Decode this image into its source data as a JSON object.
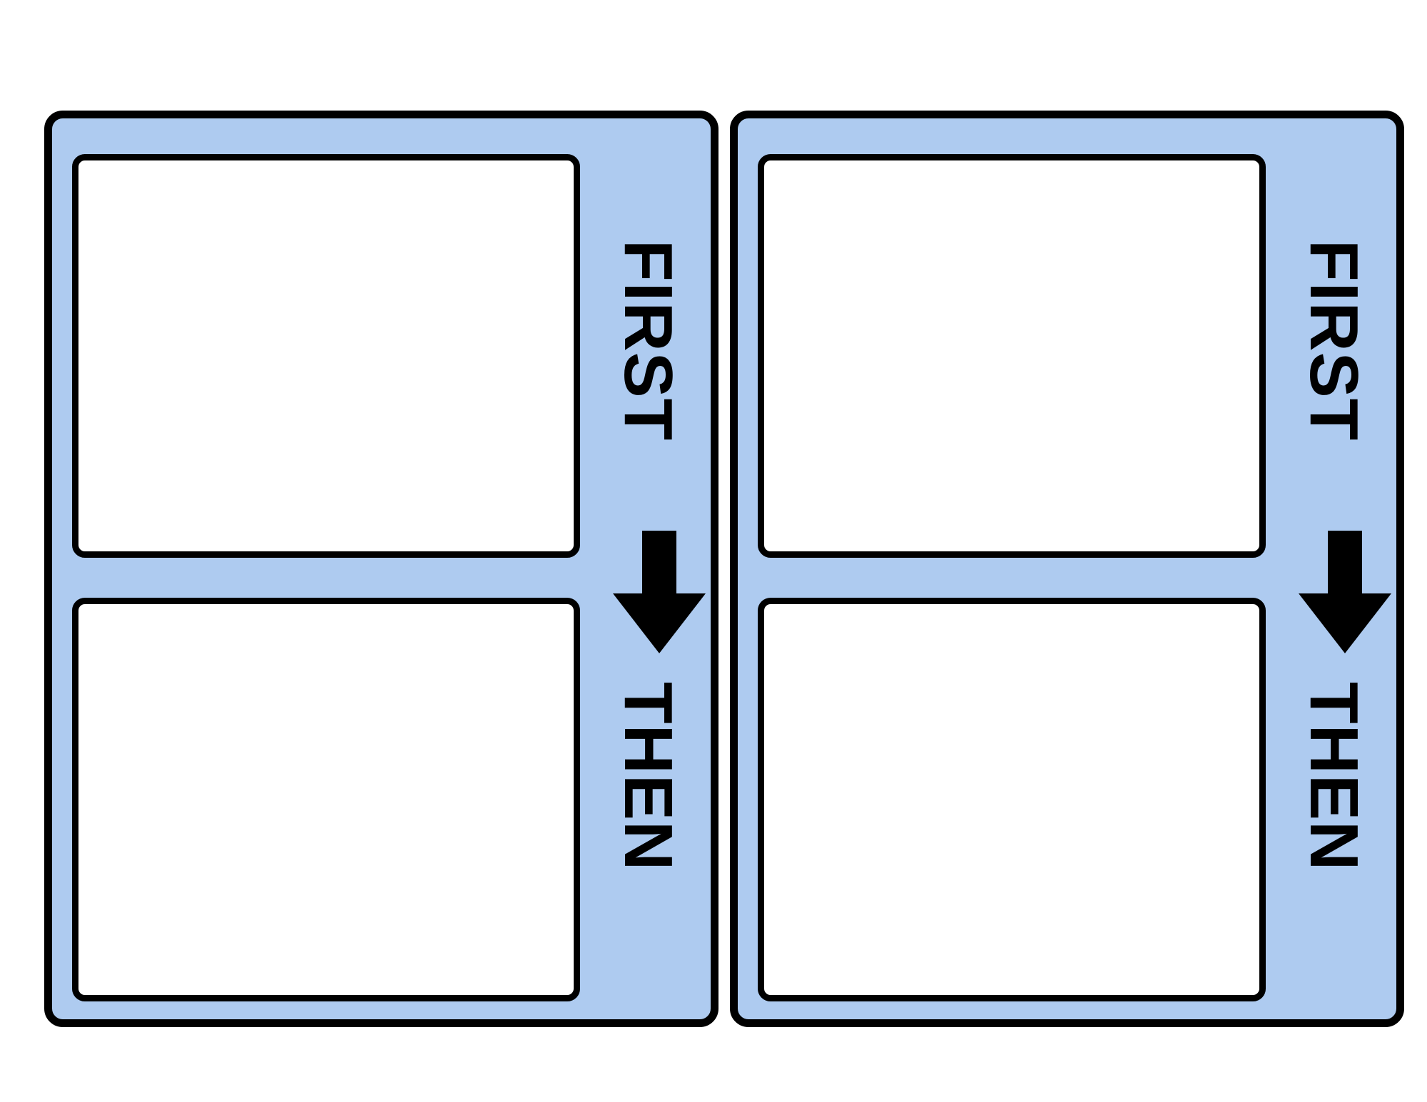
{
  "document": {
    "title": "First Then Visual Schedule Board",
    "layout": "two identical first-then boards side by side",
    "background_color": "#ffffff"
  },
  "style": {
    "panel_fill": "#aecbf0",
    "panel_border": "#000000",
    "box_fill": "#ffffff",
    "box_border": "#000000",
    "text_color": "#000000",
    "arrow_color": "#000000"
  },
  "boards": [
    {
      "id": "board-left",
      "first": {
        "label": "FIRST",
        "content": ""
      },
      "then": {
        "label": "THEN",
        "content": ""
      },
      "arrow": {
        "icon": "arrow-down-icon",
        "direction": "down"
      }
    },
    {
      "id": "board-right",
      "first": {
        "label": "FIRST",
        "content": ""
      },
      "then": {
        "label": "THEN",
        "content": ""
      },
      "arrow": {
        "icon": "arrow-down-icon",
        "direction": "down"
      }
    }
  ]
}
